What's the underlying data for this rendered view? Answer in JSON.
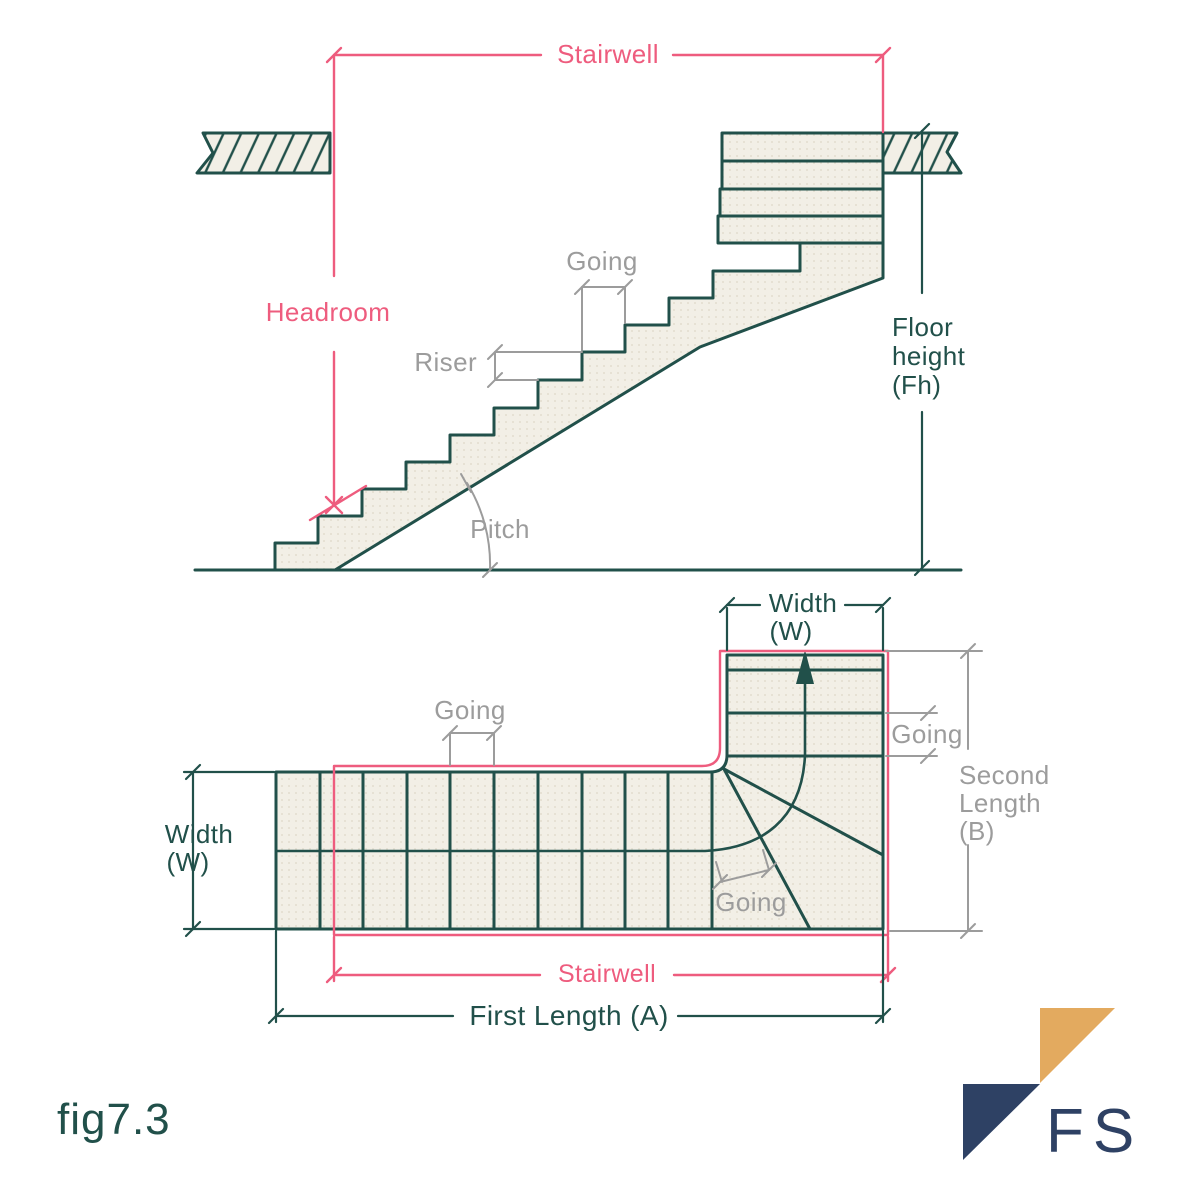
{
  "colors": {
    "teal": "#21504a",
    "pink": "#ee5c7e",
    "gray": "#9c9c9c",
    "cream": "#f2efe6",
    "dot": "#ded8c8",
    "navy": "#2e4164",
    "gold": "#e3aa5f",
    "background": "#ffffff"
  },
  "elevation": {
    "stairwell_label": "Stairwell",
    "headroom_label": "Headroom",
    "going_label": "Going",
    "riser_label": "Riser",
    "pitch_label": "Pitch",
    "floor_height_lines": [
      "Floor",
      "height",
      "(Fh)"
    ]
  },
  "plan": {
    "width_top_lines": [
      "Width",
      "(W)"
    ],
    "width_left_lines": [
      "Width",
      "(W)"
    ],
    "going_top_label": "Going",
    "going_right_label": "Going",
    "going_winder_label": "Going",
    "second_length_lines": [
      "Second",
      "Length",
      "(B)"
    ],
    "stairwell_label": "Stairwell",
    "first_length_label": "First Length (A)"
  },
  "footer": {
    "figure_label": "fig7.3",
    "logo_text": "FS"
  }
}
